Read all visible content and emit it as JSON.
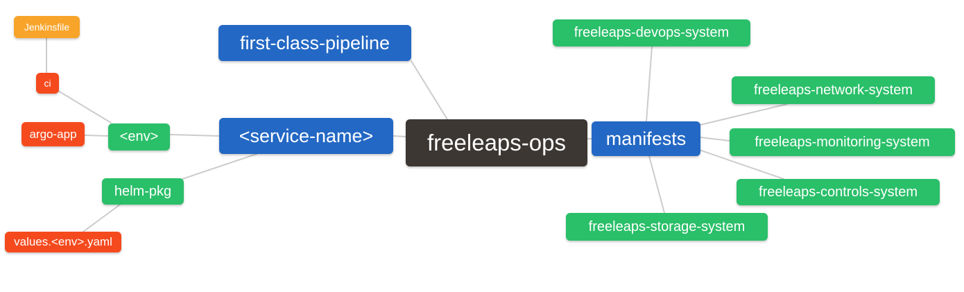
{
  "palette": {
    "root_bg": "#3c3733",
    "branch_bg": "#2368c4",
    "leaf_bg": "#2abf69",
    "alert_bg": "#f54a1e",
    "warn_bg": "#f8a42a",
    "edge": "#cccccc",
    "node_text": "#ffffff"
  },
  "nodes": {
    "root": {
      "label": "freeleaps-ops"
    },
    "first_class_pipeline": {
      "label": "first-class-pipeline"
    },
    "service_name": {
      "label": "<service-name>"
    },
    "manifests": {
      "label": "manifests"
    },
    "env": {
      "label": "<env>"
    },
    "helm_pkg": {
      "label": "helm-pkg"
    },
    "jenkinsfile": {
      "label": "Jenkinsfile"
    },
    "ci": {
      "label": "ci"
    },
    "argo_app": {
      "label": "argo-app"
    },
    "values_yaml": {
      "label": "values.<env>.yaml"
    },
    "devops_system": {
      "label": "freeleaps-devops-system"
    },
    "network_system": {
      "label": "freeleaps-network-system"
    },
    "monitoring_system": {
      "label": "freeleaps-monitoring-system"
    },
    "controls_system": {
      "label": "freeleaps-controls-system"
    },
    "storage_system": {
      "label": "freeleaps-storage-system"
    }
  },
  "edges": [
    [
      "jenkinsfile",
      "ci"
    ],
    [
      "ci",
      "env"
    ],
    [
      "argo_app",
      "env"
    ],
    [
      "env",
      "service_name"
    ],
    [
      "helm_pkg",
      "service_name"
    ],
    [
      "values_yaml",
      "helm_pkg"
    ],
    [
      "first_class_pipeline",
      "root"
    ],
    [
      "service_name",
      "root"
    ],
    [
      "root",
      "manifests"
    ],
    [
      "manifests",
      "devops_system"
    ],
    [
      "manifests",
      "network_system"
    ],
    [
      "manifests",
      "monitoring_system"
    ],
    [
      "manifests",
      "controls_system"
    ],
    [
      "manifests",
      "storage_system"
    ]
  ]
}
